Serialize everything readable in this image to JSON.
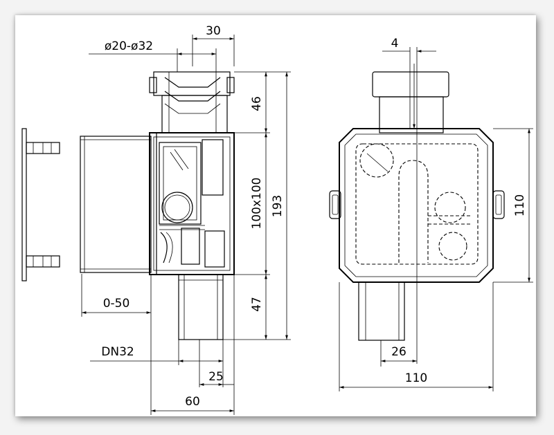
{
  "dimensions": {
    "top_width": "30",
    "pipe_diameter_range": "ø20-ø32",
    "arrow_offset": "4",
    "height_upper": "46",
    "box_size": "100x100",
    "total_height": "193",
    "height_lower": "47",
    "wall_depth_range": "0-50",
    "outlet_nominal": "DN32",
    "outlet_offset": "25",
    "side_depth": "60",
    "outlet_spacing": "26",
    "front_width": "110",
    "front_height": "110"
  }
}
